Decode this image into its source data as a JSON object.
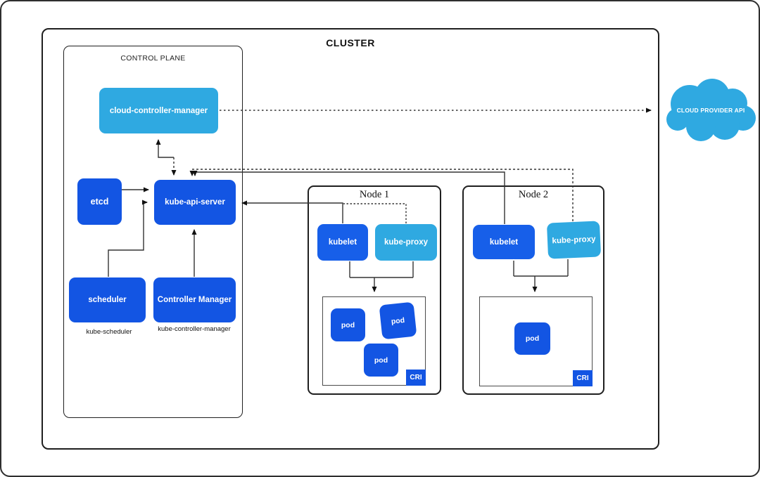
{
  "cluster": {
    "label": "CLUSTER"
  },
  "control_plane": {
    "label": "CONTROL PLANE",
    "cloud_controller_manager": "cloud-controller-manager",
    "etcd": "etcd",
    "kube_api_server": "kube-api-server",
    "scheduler": {
      "label": "scheduler",
      "caption": "kube-scheduler"
    },
    "controller_manager": {
      "label": "Controller Manager",
      "caption": "kube-controller-manager"
    }
  },
  "nodes": [
    {
      "title": "Node 1",
      "kubelet": "kubelet",
      "kube_proxy": "kube-proxy",
      "pods": [
        "pod",
        "pod",
        "pod"
      ],
      "cri": "CRI"
    },
    {
      "title": "Node 2",
      "kubelet": "kubelet",
      "kube_proxy": "kube-proxy",
      "pods": [
        "pod"
      ],
      "cri": "CRI"
    }
  ],
  "cloud_provider": {
    "label": "CLOUD PROVIDER API"
  },
  "colors": {
    "dark_blue": "#1355E3",
    "kubelet_blue": "#175FE9",
    "light_blue": "#2FA9E1",
    "line": "#333333"
  }
}
